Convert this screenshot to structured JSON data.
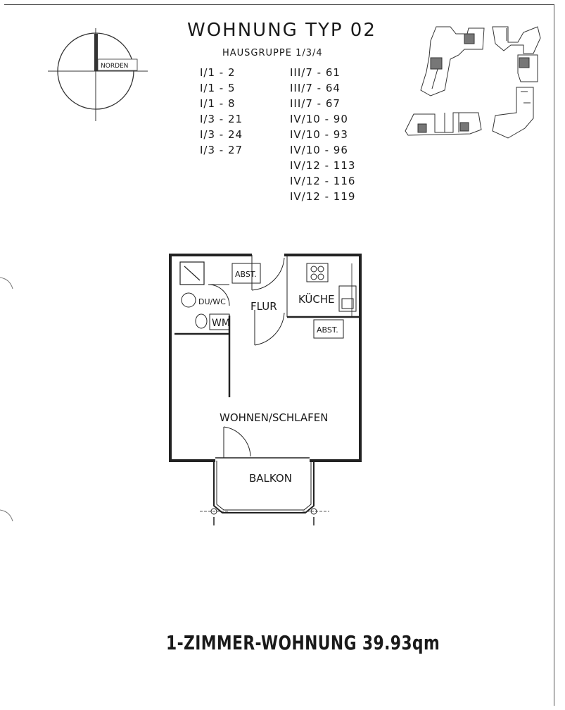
{
  "header": {
    "title": "WOHNUNG TYP 02",
    "subtitle": "HAUSGRUPPE 1/3/4"
  },
  "compass": {
    "label": "NORDEN"
  },
  "units": {
    "column_1": [
      "I/1  -  2",
      "I/1  -  5",
      "I/1  -  8",
      "I/3  -  21",
      "I/3  -  24",
      "I/3  -  27"
    ],
    "column_2": [
      "III/7  -  61",
      "III/7  -  64",
      "III/7  -  67",
      "IV/10  -  90",
      "IV/10  -  93",
      "IV/10  -  96",
      "IV/12  -  113",
      "IV/12  -  116",
      "IV/12  -  119"
    ]
  },
  "rooms": {
    "abst_1": "ABST.",
    "du_wc": "DU/WC",
    "wm": "WM",
    "flur": "FLUR",
    "kueche": "KÜCHE",
    "abst_2": "ABST.",
    "wohnen": "WOHNEN/SCHLAFEN",
    "balkon": "BALKON"
  },
  "footer": {
    "title": "1-ZIMMER-WOHNUNG 39.93qm"
  }
}
